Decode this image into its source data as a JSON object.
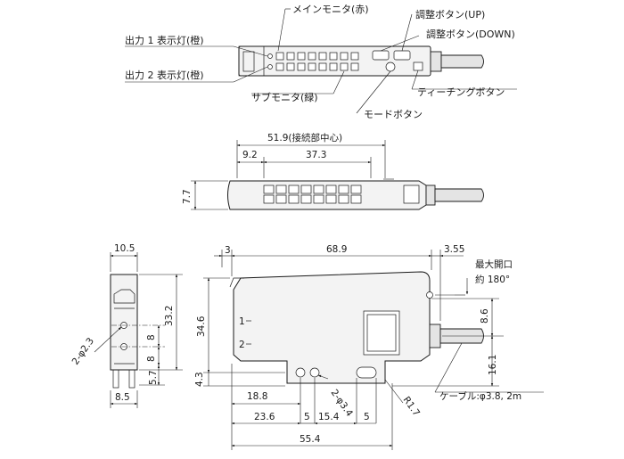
{
  "callouts": {
    "main_monitor": "メインモニタ(赤)",
    "adjust_up": "調整ボタン(UP)",
    "adjust_down": "調整ボタン(DOWN)",
    "output1": "出力 1 表示灯(橙)",
    "output2": "出力 2 表示灯(橙)",
    "sub_monitor": "サブモニタ(緑)",
    "teaching": "ティーチングボタン",
    "mode": "モードボタン"
  },
  "dimensions": {
    "connector_center": "51.9(接続部中心)",
    "d9_2": "9.2",
    "d37_3": "37.3",
    "d7_7": "7.7",
    "d10_5": "10.5",
    "d33_2": "33.2",
    "d8a": "8",
    "d8b": "8",
    "d5_7": "5.7",
    "d8_5": "8.5",
    "hole_2_3": "2-φ2.3",
    "d3": "3",
    "d68_9": "68.9",
    "d3_55": "3.55",
    "d34_6": "34.6",
    "d4_3": "4.3",
    "d18_8": "18.8",
    "d23_6": "23.6",
    "d5a": "5",
    "d15_4": "15.4",
    "d5b": "5",
    "hole_3_4": "2-φ3.4",
    "r1_7": "R1.7",
    "d55_4": "55.4",
    "d8_6": "8.6",
    "d16_1": "16.1",
    "max_open_label": "最大開口",
    "max_open_angle": "約 180°",
    "cable_spec": "ケーブル:φ3.8, 2m"
  },
  "panel_marks": {
    "out1": "1",
    "out2": "2"
  }
}
